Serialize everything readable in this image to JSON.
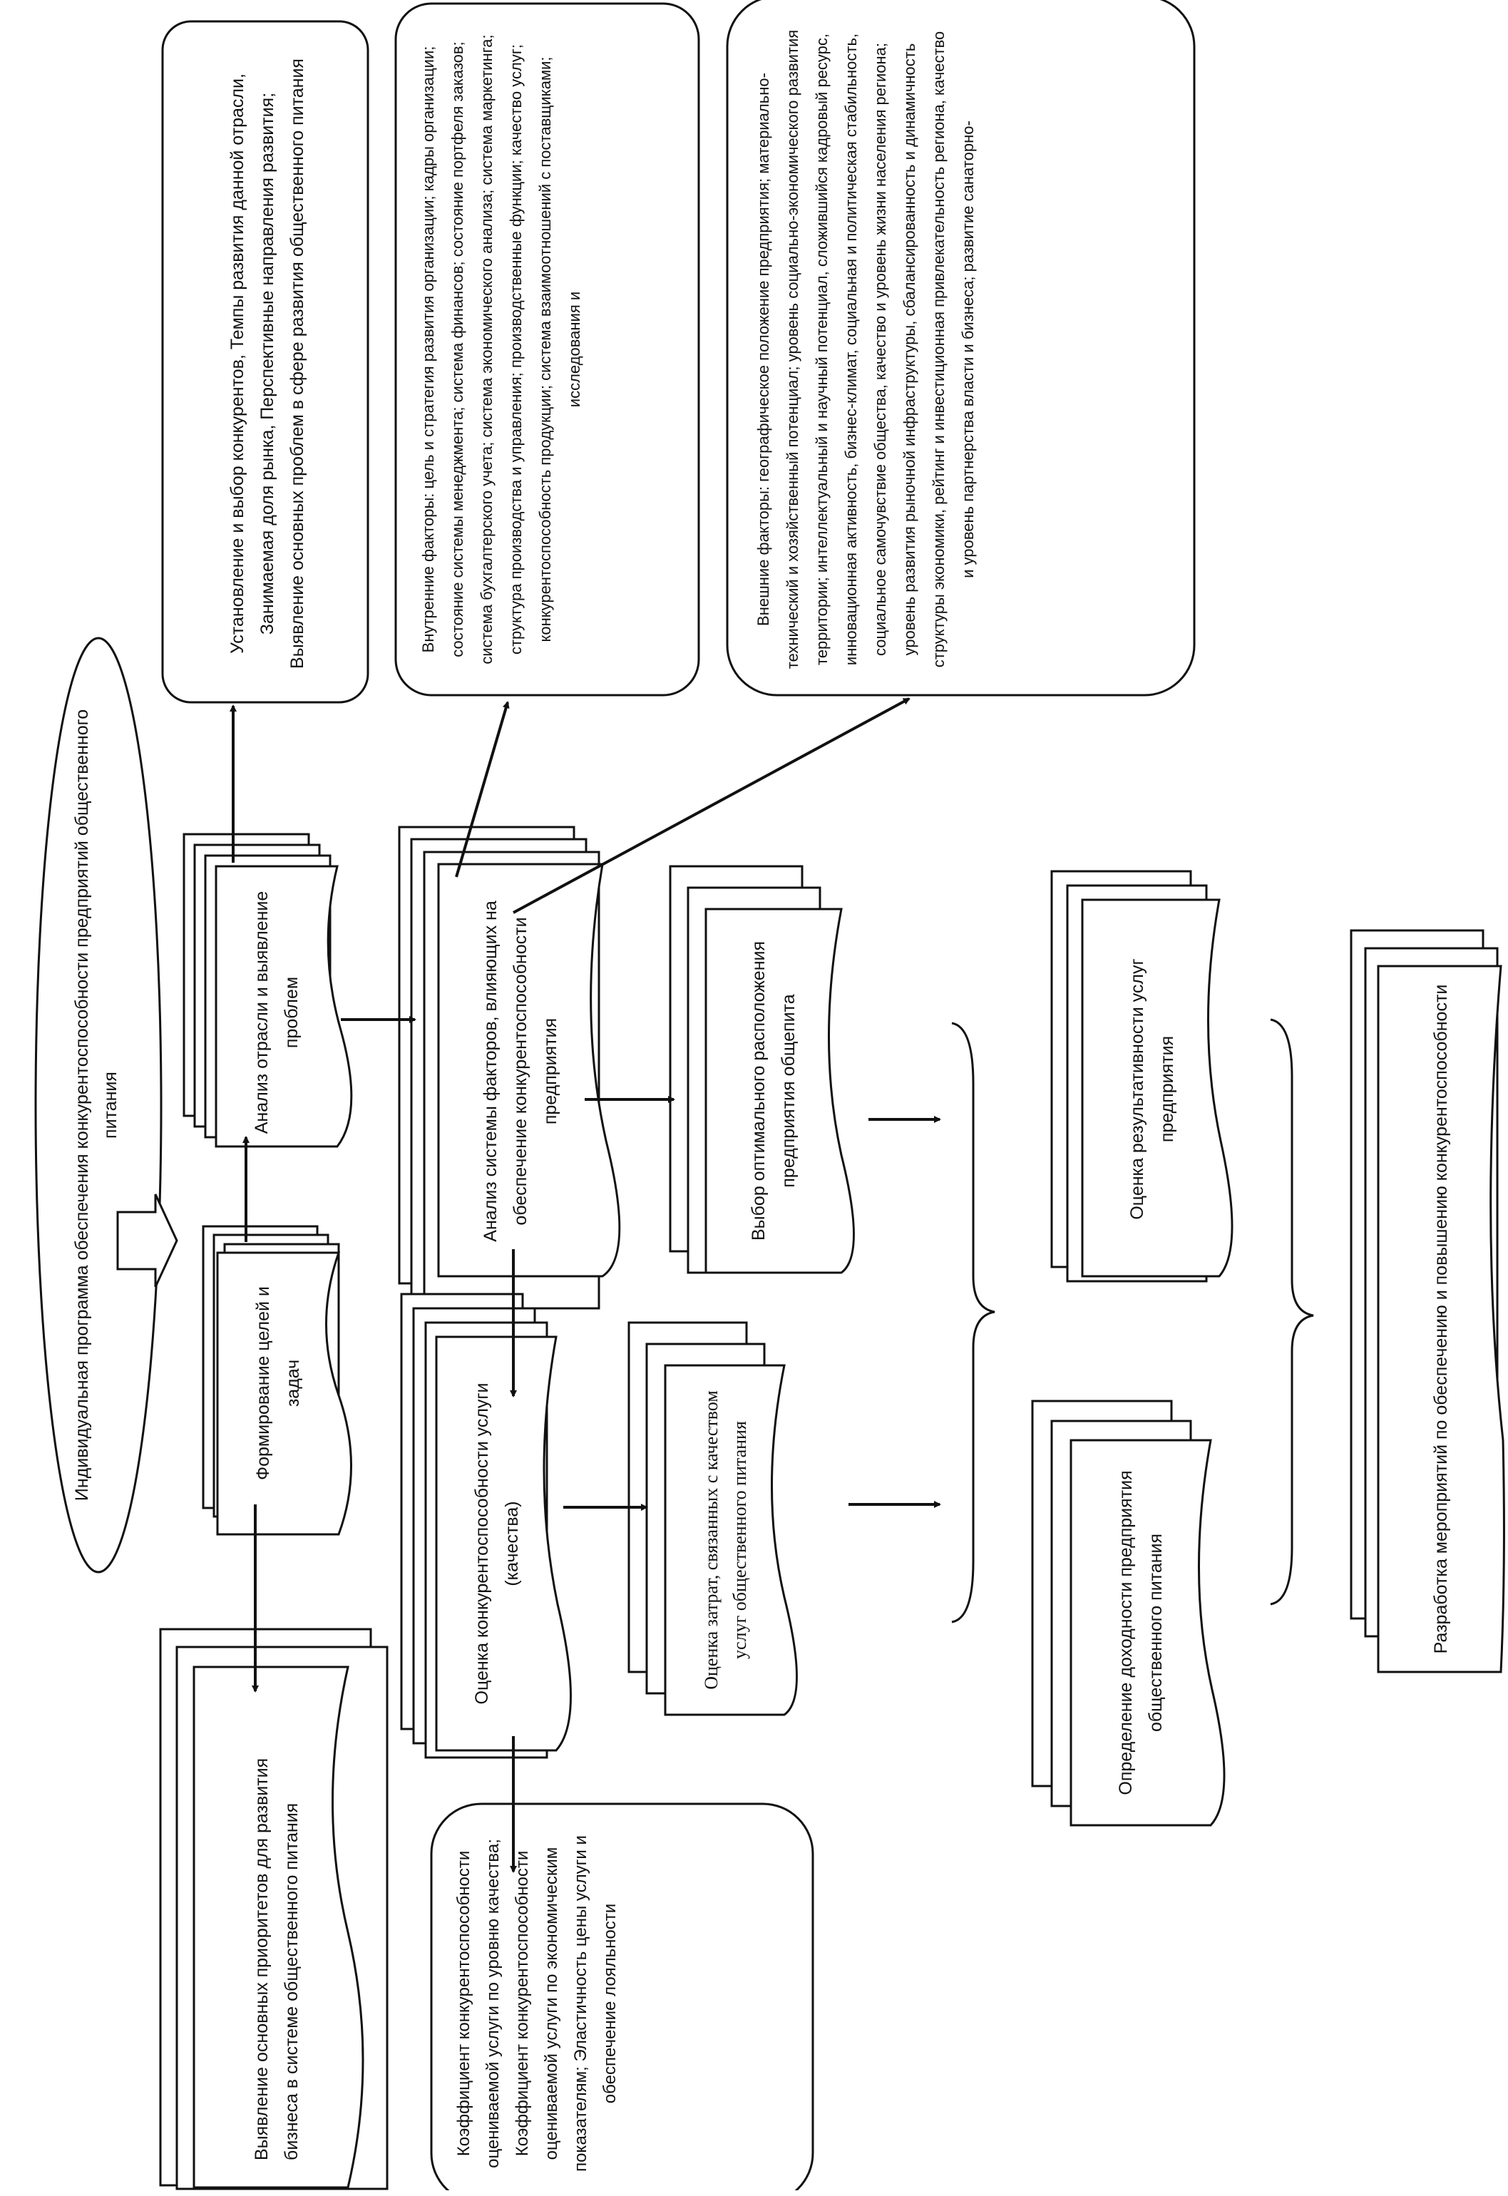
{
  "title": "Индивидуальная программа обеспечения конкурентоспособности предприятий общественного питания",
  "steps": {
    "goals": "Формирование целей и задач",
    "priorities": "Выявление основных приоритетов для развития бизнеса в системе общественного питания",
    "industry": "Анализ отрасли и выявление проблем",
    "factors": "Анализ системы факторов, влияющих на обеспечение конкурентоспособности предприятия",
    "location": "Выбор оптимального расположения предприятия общепита",
    "quality": "Оценка конкурентоспособности услуги (качества)",
    "costs": "Оценка затрат, связанных с качеством услуг общественного питания",
    "effectiveness": "Оценка результативности услуг предприятия",
    "profitability": "Определение доходности предприятия общественного питания",
    "measures": "Разработка мероприятий по обеспечению и повышению конкурентоспособности"
  },
  "notes": {
    "competitors": "Установление и выбор конкурентов, Темпы развития данной отрасли, Занимаемая доля рынка, Перспективные направления развития; Выявление основных проблем в сфере развития общественного питания",
    "internal": "Внутренние факторы: цель и стратегия развития организации; кадры организации; состояние системы менеджмента; система финансов; состояние портфеля заказов; система бухгалтерского учета; система экономического анализа; система маркетинга; структура производства и управления; производственные функции; качество услуг; конкурентоспособность продукции; система взаимоотношений с поставщиками; исследования и",
    "external": "Внешние факторы: географическое положение предприятия; материально-технический и хозяйственный потенциал; уровень социально-экономического развития территории; интеллектуальный и научный потенциал, сложившийся кадровый ресурс, инновационная активность, бизнес-климат, социальная и политическая стабильность, социальное самочувствие общества, качество и уровень жизни населения региона; уровень развития рыночной инфраструктуры, сбалансированность и динамичность структуры экономики, рейтинг и инвестиционная привлекательность региона, качество и уровень партнерства власти и бизнеса; развитие санаторно-",
    "coefficients": "Коэффициент конкурентоспособности оцениваемой услуги по уровню качества; Коэффициент конкурентоспособности оцениваемой услуги по экономическим показателям; Эластичность цены услуги и обеспечение лояльности"
  }
}
